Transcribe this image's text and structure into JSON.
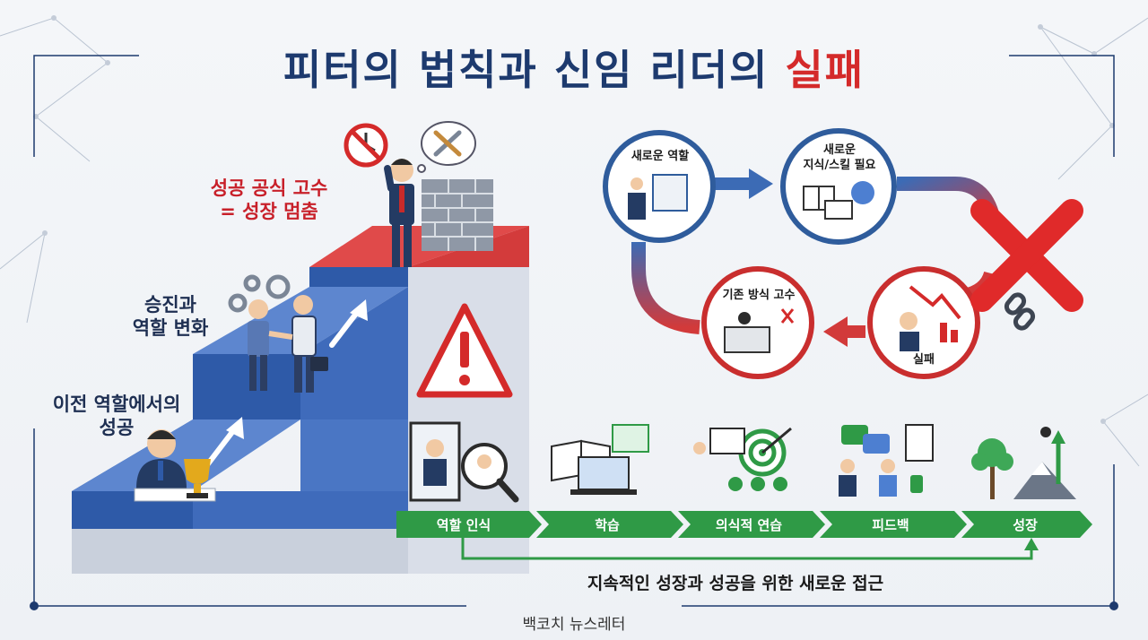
{
  "title": {
    "main": "피터의 법칙과 신임 리더의",
    "accent": "실패"
  },
  "staircase": {
    "step1_label": "이전 역할에서의\n성공",
    "step2_label": "승진과\n역할 변화",
    "step3_label": "성공 공식 고수\n= 성장 멈춤"
  },
  "cycle": {
    "node_role": "새로운 역할",
    "node_skills": "새로운\n지식/스킬 필요",
    "node_old_way": "기존 방식 고수",
    "node_failure": "실패"
  },
  "process": {
    "steps": [
      "역할 인식",
      "학습",
      "의식적 연습",
      "피드백",
      "성장"
    ],
    "tagline": "지속적인 성장과 성공을 위한 새로운 접근"
  },
  "footer": "백코치 뉴스레터",
  "colors": {
    "navy": "#1d3a6e",
    "red": "#d42a2a",
    "blue": "#3c6bb5",
    "green": "#2f9a46"
  }
}
